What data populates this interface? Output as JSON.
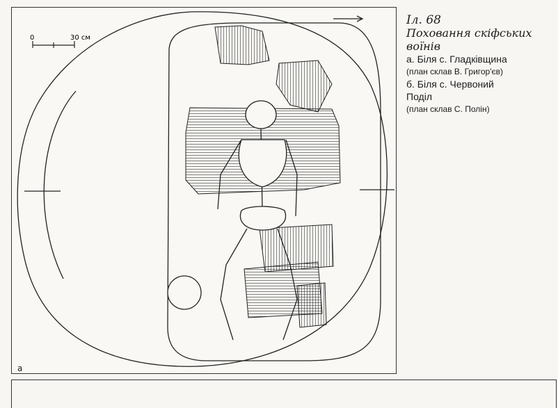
{
  "figure": {
    "plate_number": "Іл. 68",
    "title_lines": [
      "Поховання скіфських",
      "воїнів"
    ],
    "entries": [
      {
        "text": "а. Біля с. Гладківщина",
        "note": "(план склав В. Григор'єв)"
      },
      {
        "text": "б. Біля с. Червоний",
        "text_cont": "Поділ",
        "note": "(план склав С. Полін)"
      }
    ],
    "panel_letter": "а",
    "scale": {
      "zero": "0",
      "end": "30 см"
    }
  }
}
